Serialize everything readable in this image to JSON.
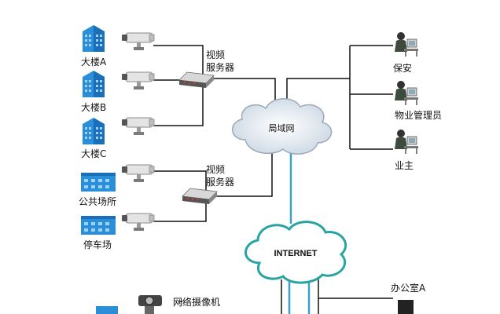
{
  "buildings": {
    "building_a": "大楼A",
    "building_b": "大楼B",
    "building_c": "大楼C",
    "public_area": "公共场所",
    "parking": "停车场"
  },
  "video_server_1": {
    "line1": "视频",
    "line2": "服务器"
  },
  "video_server_2": {
    "line1": "视频",
    "line2": "服务器"
  },
  "lan": "局域网",
  "internet": "INTERNET",
  "users": {
    "security": "保安",
    "property_manager": "物业管理员",
    "owner": "业主"
  },
  "network_camera": "网络摄像机",
  "office_a": "办公室A",
  "colors": {
    "building_blue": "#2a8fd8",
    "link_blue": "#3aa0c8",
    "cloud_stroke": "#2aa3a3"
  }
}
